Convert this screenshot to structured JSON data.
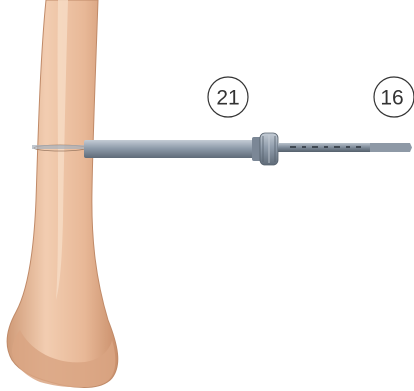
{
  "callouts": [
    {
      "label": "21",
      "refers_to": "sleeve"
    },
    {
      "label": "16",
      "refers_to": "drill-bit"
    }
  ],
  "colors": {
    "bone": "#e8b897",
    "bone_shadow": "#cf9a77",
    "bone_highlight": "#f4d3ba",
    "instrument": "#8f9cab",
    "instrument_dark": "#5f6b78",
    "instrument_light": "#c4ccd5",
    "callout_ring": "#333333"
  }
}
